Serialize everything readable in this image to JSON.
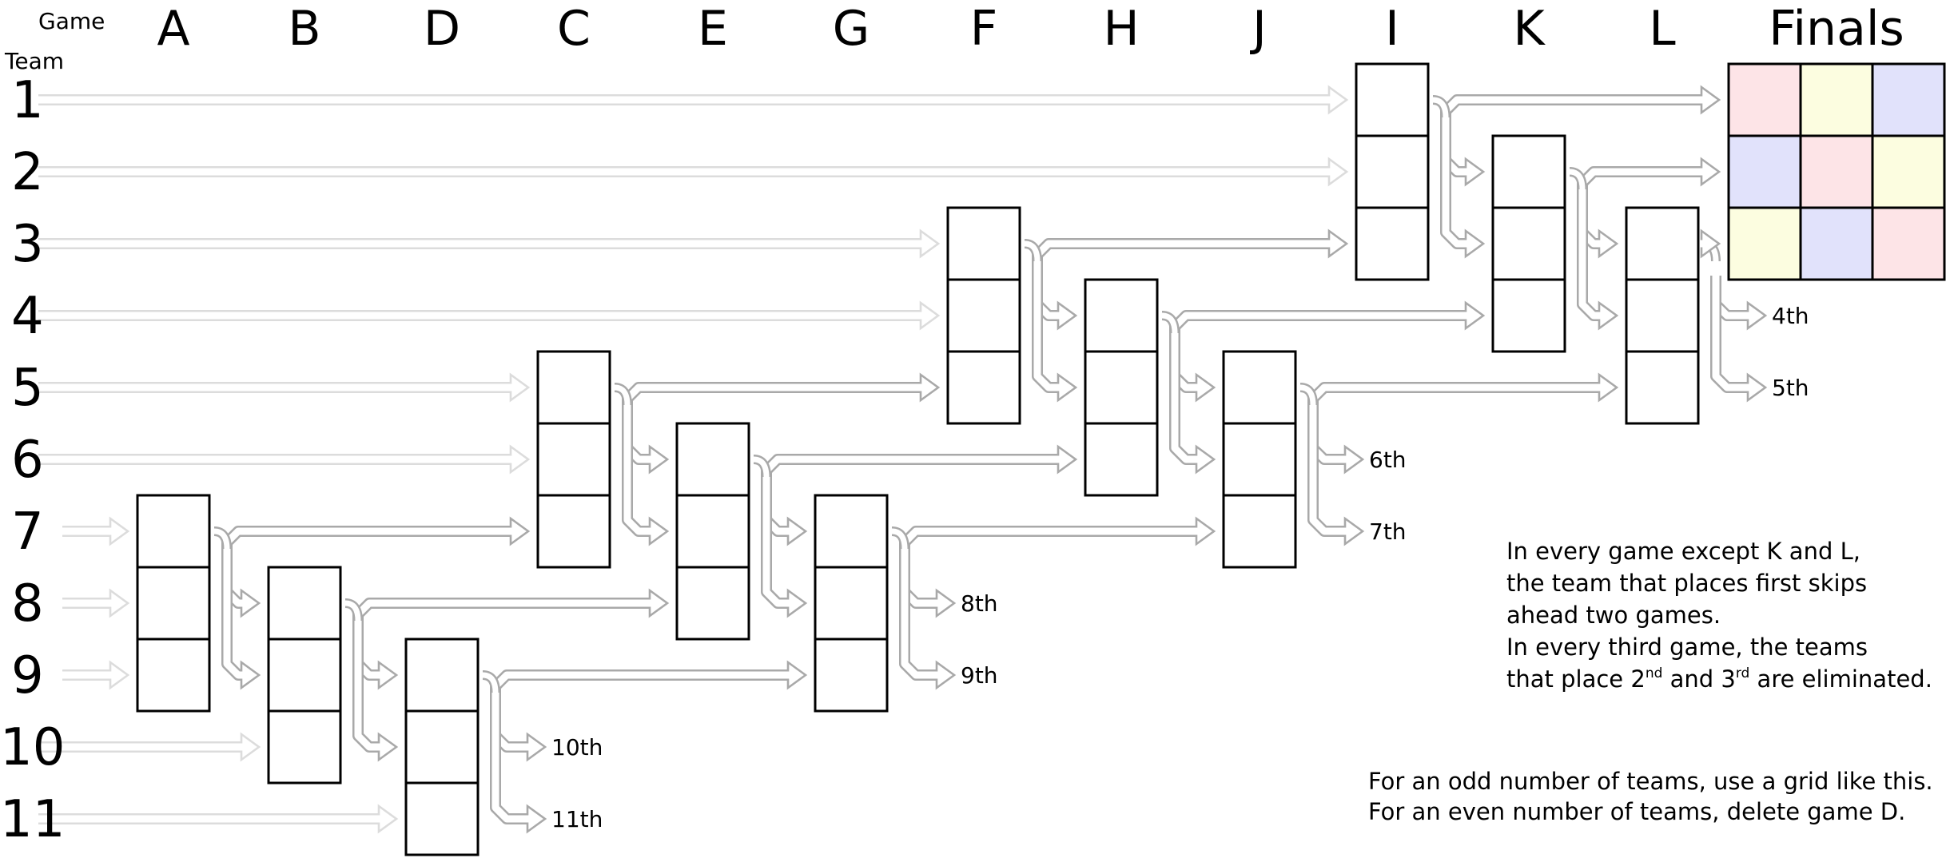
{
  "header": {
    "game_label": "Game",
    "team_label": "Team",
    "finals_label": "Finals"
  },
  "games": [
    {
      "id": "A",
      "label": "A",
      "top_team": 7,
      "eliminates": [
        "",
        ""
      ]
    },
    {
      "id": "B",
      "label": "B",
      "top_team": 8,
      "eliminates": [
        "",
        ""
      ]
    },
    {
      "id": "D",
      "label": "D",
      "top_team": 9,
      "eliminates": [
        "10th",
        "11th"
      ]
    },
    {
      "id": "C",
      "label": "C",
      "top_team": 5,
      "eliminates": [
        "",
        ""
      ]
    },
    {
      "id": "E",
      "label": "E",
      "top_team": 6,
      "eliminates": [
        "",
        ""
      ]
    },
    {
      "id": "G",
      "label": "G",
      "top_team": 7,
      "eliminates": [
        "8th",
        "9th"
      ]
    },
    {
      "id": "F",
      "label": "F",
      "top_team": 3,
      "eliminates": [
        "",
        ""
      ]
    },
    {
      "id": "H",
      "label": "H",
      "top_team": 4,
      "eliminates": [
        "",
        ""
      ]
    },
    {
      "id": "J",
      "label": "J",
      "top_team": 5,
      "eliminates": [
        "6th",
        "7th"
      ]
    },
    {
      "id": "I",
      "label": "I",
      "top_team": 1,
      "eliminates": [
        "",
        ""
      ]
    },
    {
      "id": "K",
      "label": "K",
      "top_team": 2,
      "eliminates": [
        "",
        ""
      ]
    },
    {
      "id": "L",
      "label": "L",
      "top_team": 3,
      "eliminates": [
        "4th",
        "5th"
      ]
    }
  ],
  "teams": [
    "1",
    "2",
    "3",
    "4",
    "5",
    "6",
    "7",
    "8",
    "9",
    "10",
    "11"
  ],
  "finals_grid": [
    [
      "pink",
      "yellow",
      "blue"
    ],
    [
      "blue",
      "pink",
      "yellow"
    ],
    [
      "yellow",
      "blue",
      "pink"
    ]
  ],
  "colors": {
    "pink": "#fde4e7",
    "yellow": "#fcfde0",
    "blue": "#e1e2fb",
    "arrow_dark": "#a9a9a9",
    "arrow_light": "#dcdcdc"
  },
  "notes": {
    "rule": {
      "line1": "In every game except K and L,",
      "line2": "the team that places first skips",
      "line3": "ahead two games.",
      "line4": "In every third game, the teams",
      "line5_pre": "that place 2",
      "line5_sup1": "nd",
      "line5_mid": " and 3",
      "line5_sup2": "rd",
      "line5_post": " are eliminated."
    },
    "odd_even": {
      "line1": "For an odd number of teams, use a grid like this.",
      "line2": "For an even number of teams, delete game D."
    }
  }
}
